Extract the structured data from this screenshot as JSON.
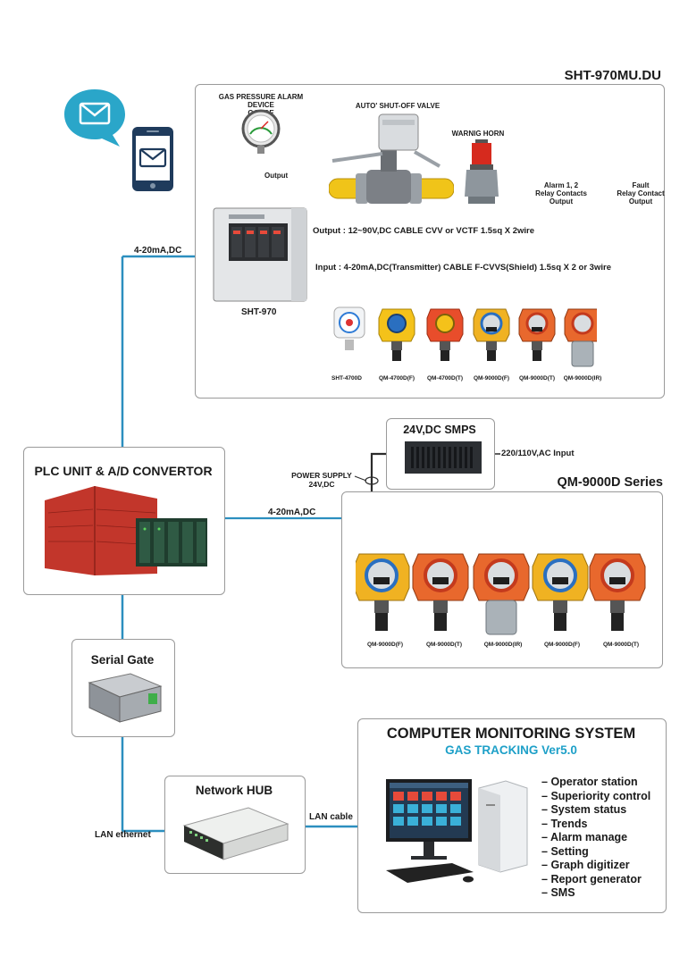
{
  "sht_section": {
    "title": "SHT-970MU.DU",
    "gauge_label": "GAS PRESSURE ALARM DEVICE\nGAUGE",
    "valve_label": "AUTO' SHUT-OFF VALVE",
    "horn_label": "WARNIG HORN",
    "alarm_label": "Alarm 1, 2\nRelay Contacts\nOutput",
    "fault_label": "Fault\nRelay Contact\nOutput",
    "gauge_output": "Output",
    "controller_label": "SHT-970",
    "output_line": "Output : 12~90V,DC CABLE CVV or VCTF 1.5sq X 2wire",
    "input_line": "Input : 4-20mA,DC(Transmitter) CABLE F-CVVS(Shield) 1.5sq X 2 or 3wire",
    "sensors": [
      "SHT-4700D",
      "QM-4700D(F)",
      "QM-4700D(T)",
      "QM-9000D(F)",
      "QM-9000D(T)",
      "QM-9000D(IR)"
    ]
  },
  "signal_label_top": "4-20mA,DC",
  "smps": {
    "title": "24V,DC SMPS",
    "input_label": "220/110V,AC Input",
    "power_label": "POWER SUPPLY\n24V,DC"
  },
  "plc": {
    "title": "PLC UNIT & A/D CONVERTOR",
    "signal_label": "4-20mA,DC"
  },
  "qm_series": {
    "title": "QM-9000D Series",
    "sensors": [
      "QM-9000D(F)",
      "QM-9000D(T)",
      "QM-9000D(IR)",
      "QM-9000D(F)",
      "QM-9000D(T)"
    ]
  },
  "serial_gate": {
    "title": "Serial Gate"
  },
  "hub": {
    "title": "Network HUB",
    "lan_ethernet": "LAN ethernet",
    "lan_cable": "LAN cable"
  },
  "monitoring": {
    "title": "COMPUTER MONITORING SYSTEM",
    "subtitle": "GAS TRACKING Ver5.0",
    "features": [
      "Operator station",
      "Superiority control",
      "System status",
      "Trends",
      "Alarm manage",
      "Setting",
      "Graph digitizer",
      "Report generator",
      "SMS"
    ]
  },
  "colors": {
    "signal_line": "#2c8fbf",
    "power_line": "#2b2b2b",
    "accent_blue": "#1ea0c8",
    "plc_red": "#c2362b",
    "pipe_yellow": "#f0c419",
    "box_border": "#9a9a9a"
  },
  "icons": [
    "chat-bubble-icon",
    "mail-icon",
    "smartphone-icon"
  ]
}
